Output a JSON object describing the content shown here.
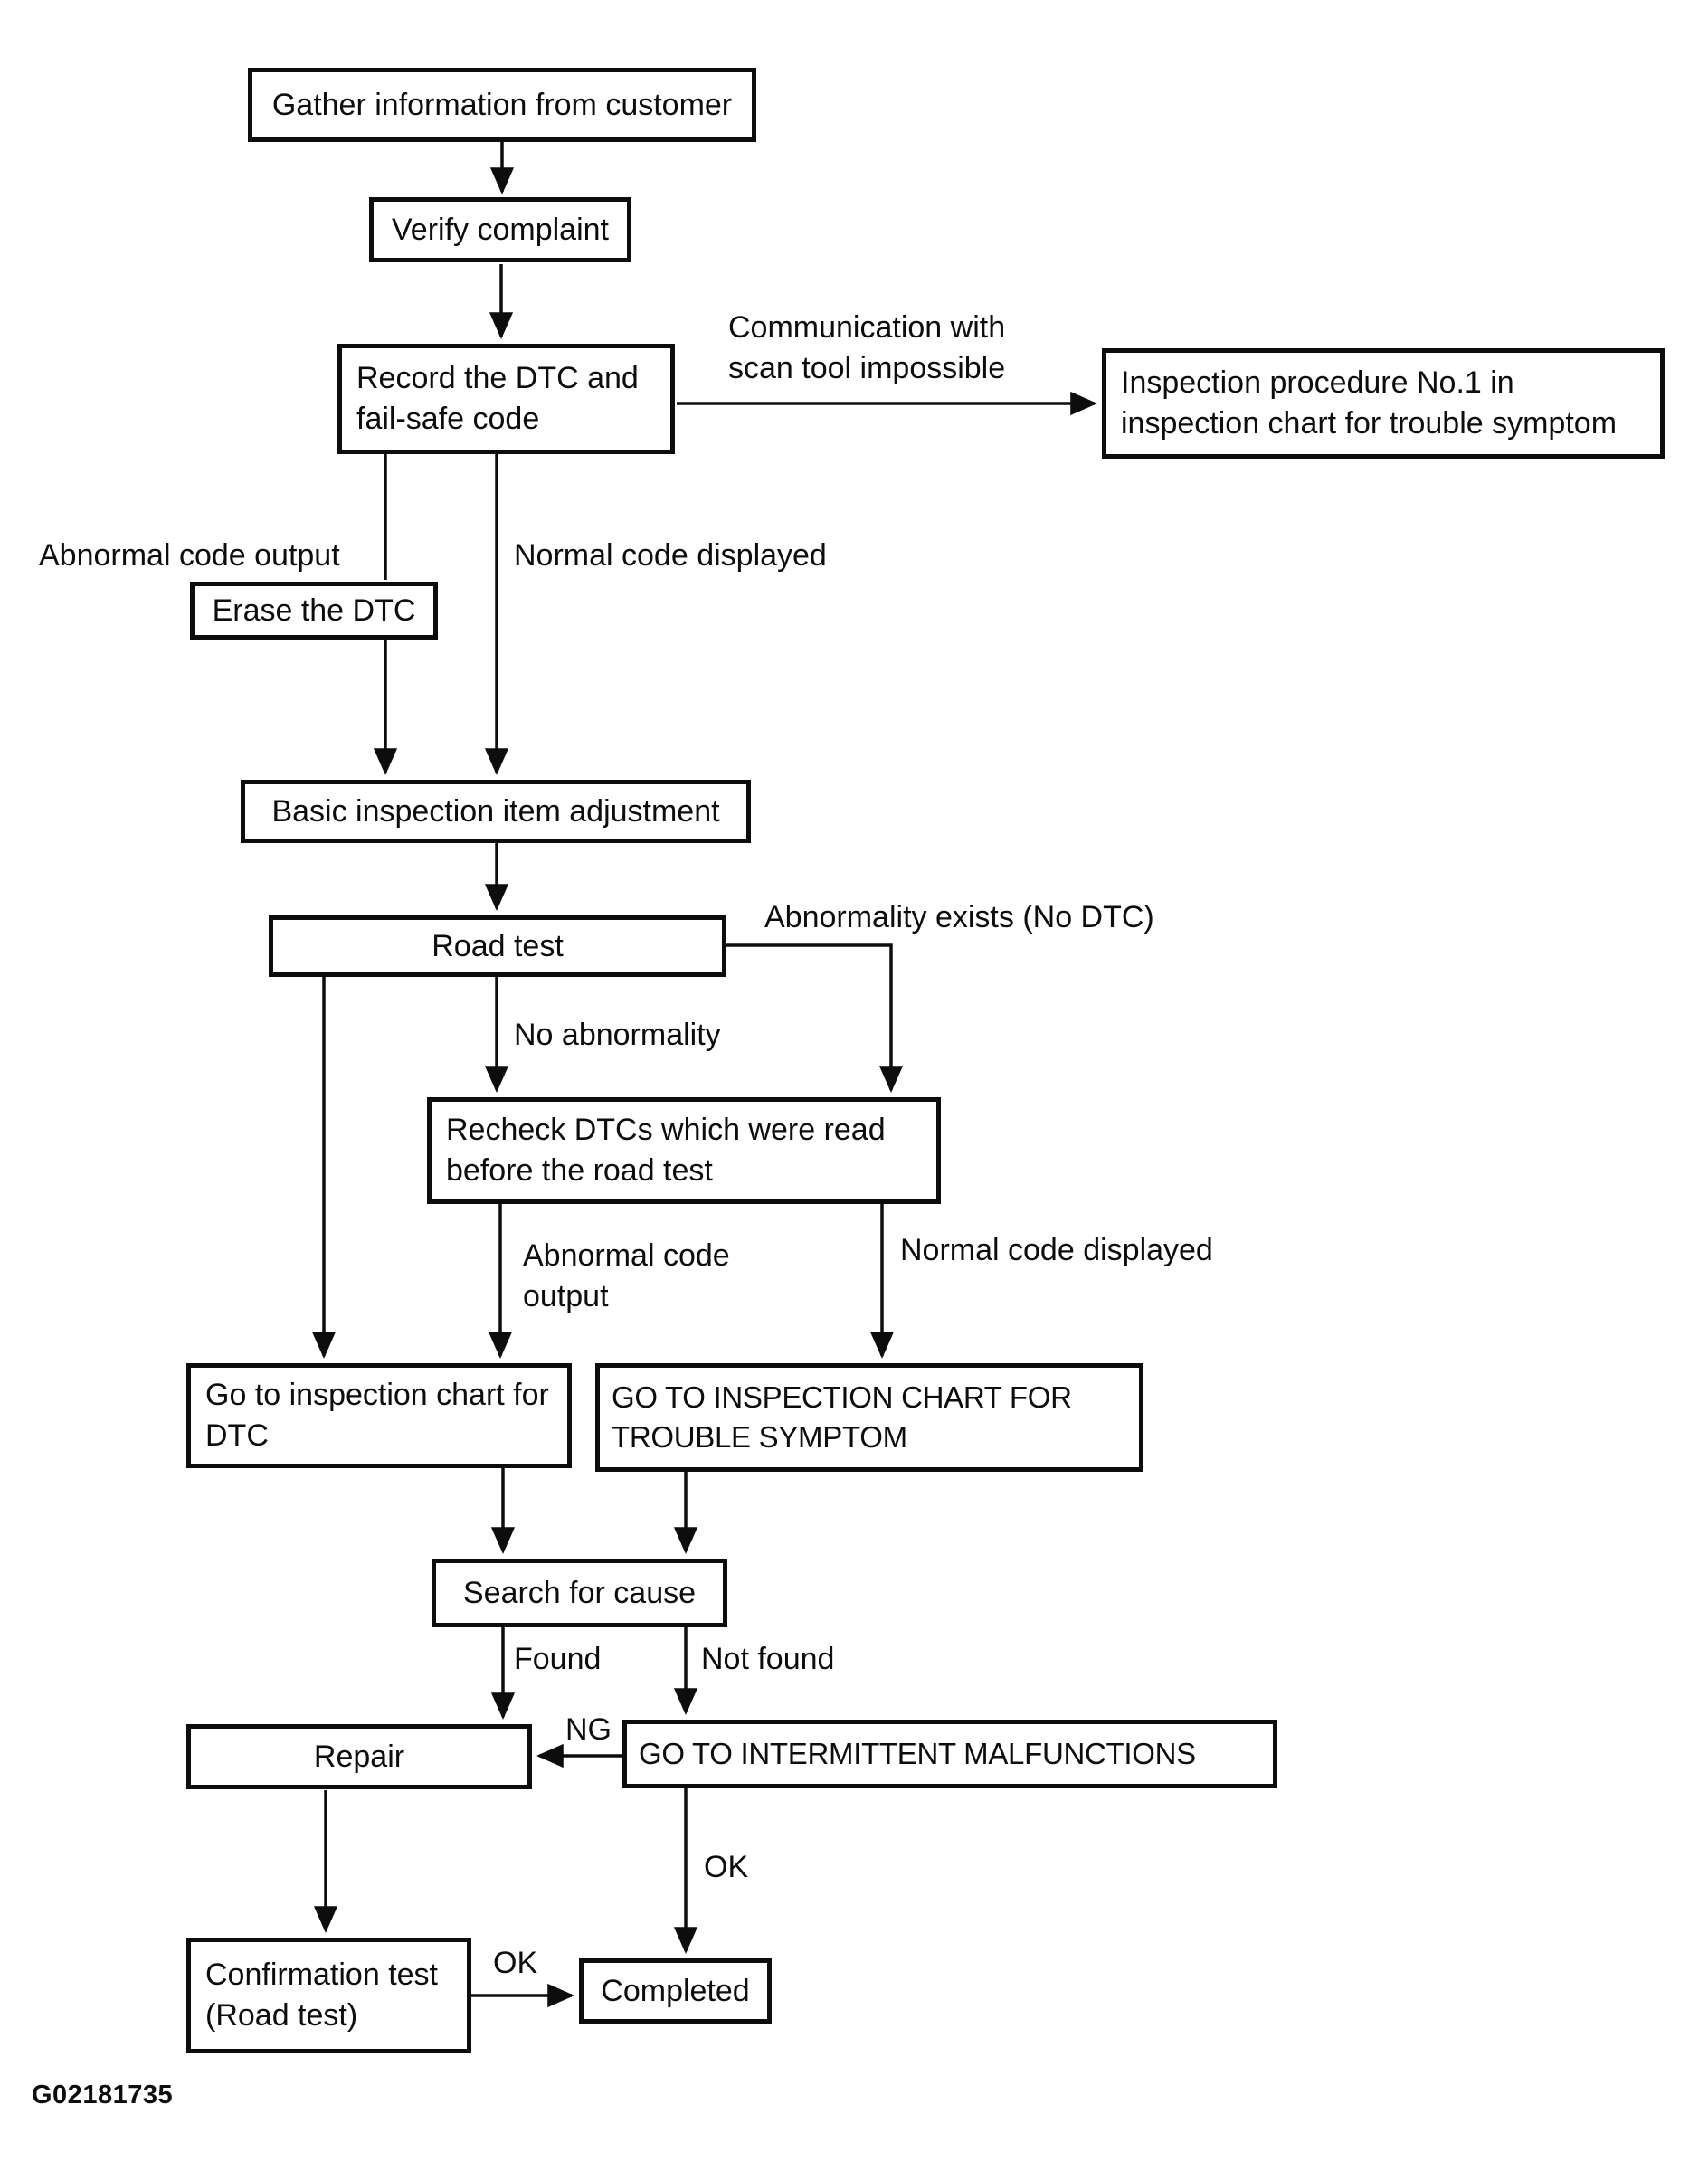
{
  "figure": {
    "id_label": "G02181735"
  },
  "diagram": {
    "type": "flowchart",
    "colors": {
      "ink": "#0d0d0d",
      "paper": "#ffffff"
    },
    "nodes": {
      "gather": {
        "label": "Gather information from customer"
      },
      "verify": {
        "label": "Verify complaint"
      },
      "record": {
        "label": "Record the DTC and\nfail-safe code"
      },
      "inspection_no1": {
        "label": "Inspection procedure No.1 in\ninspection chart for trouble symptom"
      },
      "erase": {
        "label": "Erase the DTC"
      },
      "basic": {
        "label": "Basic inspection item adjustment"
      },
      "road_test": {
        "label": "Road test"
      },
      "recheck": {
        "label": "Recheck DTCs which were read\nbefore the road test"
      },
      "goto_dtc": {
        "label": "Go to inspection chart for\nDTC"
      },
      "goto_symptom": {
        "label": "GO TO INSPECTION CHART FOR\nTROUBLE SYMPTOM"
      },
      "search": {
        "label": "Search for cause"
      },
      "repair": {
        "label": "Repair"
      },
      "intermittent": {
        "label": "GO TO INTERMITTENT MALFUNCTIONS"
      },
      "confirmation": {
        "label": "Confirmation test\n(Road test)"
      },
      "completed": {
        "label": "Completed"
      }
    },
    "edge_labels": {
      "comm_impossible": "Communication with\nscan tool impossible",
      "abnormal_code_output_1": "Abnormal code output",
      "normal_code_displayed_1": "Normal code displayed",
      "abnormality_exists": "Abnormality exists (No DTC)",
      "no_abnormality": "No abnormality",
      "abnormal_code_output_2": "Abnormal code\noutput",
      "normal_code_displayed_2": "Normal code displayed",
      "found": "Found",
      "not_found": "Not found",
      "ng": "NG",
      "ok_intermittent": "OK",
      "ok_confirmation": "OK"
    },
    "connections": [
      {
        "from": "gather",
        "to": "verify",
        "label": ""
      },
      {
        "from": "verify",
        "to": "record",
        "label": ""
      },
      {
        "from": "record",
        "to": "inspection_no1",
        "label": "Communication with scan tool impossible"
      },
      {
        "from": "record",
        "to": "erase",
        "label": "Abnormal code output"
      },
      {
        "from": "erase",
        "to": "basic",
        "label": ""
      },
      {
        "from": "record",
        "to": "basic",
        "label": "Normal code displayed"
      },
      {
        "from": "basic",
        "to": "road_test",
        "label": ""
      },
      {
        "from": "road_test",
        "to": "recheck",
        "label": "Abnormality exists (No DTC)"
      },
      {
        "from": "road_test",
        "to": "recheck",
        "label": "No abnormality"
      },
      {
        "from": "road_test",
        "to": "goto_dtc",
        "label": ""
      },
      {
        "from": "recheck",
        "to": "goto_dtc",
        "label": "Abnormal code output"
      },
      {
        "from": "recheck",
        "to": "goto_symptom",
        "label": "Normal code displayed"
      },
      {
        "from": "goto_dtc",
        "to": "search",
        "label": ""
      },
      {
        "from": "goto_symptom",
        "to": "search",
        "label": ""
      },
      {
        "from": "search",
        "to": "repair",
        "label": "Found"
      },
      {
        "from": "search",
        "to": "intermittent",
        "label": "Not found"
      },
      {
        "from": "intermittent",
        "to": "repair",
        "label": "NG"
      },
      {
        "from": "repair",
        "to": "confirmation",
        "label": ""
      },
      {
        "from": "intermittent",
        "to": "completed",
        "label": "OK"
      },
      {
        "from": "confirmation",
        "to": "completed",
        "label": "OK"
      }
    ]
  }
}
